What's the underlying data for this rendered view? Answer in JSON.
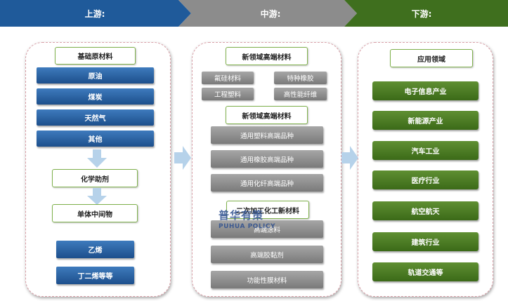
{
  "header": {
    "upstream": "上游:",
    "midstream": "中游:",
    "downstream": "下游:"
  },
  "upstream": {
    "raw_title": "基础原材料",
    "raw_items": [
      "原油",
      "煤炭",
      "天然气",
      "其他"
    ],
    "additive": "化学助剂",
    "monomer": "单体中间物",
    "monomer_items": [
      "乙烯",
      "丁二烯等等"
    ]
  },
  "midstream": {
    "title1": "新领域高端材料",
    "small_items": [
      "氟硅材料",
      "特种橡胶",
      "工程塑料",
      "高性能纤维"
    ],
    "title2": "新领域高端材料",
    "items2": [
      "通用塑料高端品种",
      "通用橡胶高端品种",
      "通用化纤高端品种"
    ],
    "title3": "二次加工化工新材料",
    "items3": [
      "高端涂料",
      "高端胶黏剂",
      "功能性膜材料"
    ]
  },
  "downstream": {
    "title": "应用领域",
    "items": [
      "电子信息产业",
      "新能源产业",
      "汽车工业",
      "医疗行业",
      "航空航天",
      "建筑行业",
      "轨道交通等"
    ]
  },
  "watermark": {
    "cn": "普华有策",
    "en": "PUHUA POLICY"
  },
  "colors": {
    "upstream": "#1f5a9a",
    "midstream": "#8c8c8c",
    "downstream": "#3f6f1e",
    "arrow": "#b6d2ea"
  }
}
